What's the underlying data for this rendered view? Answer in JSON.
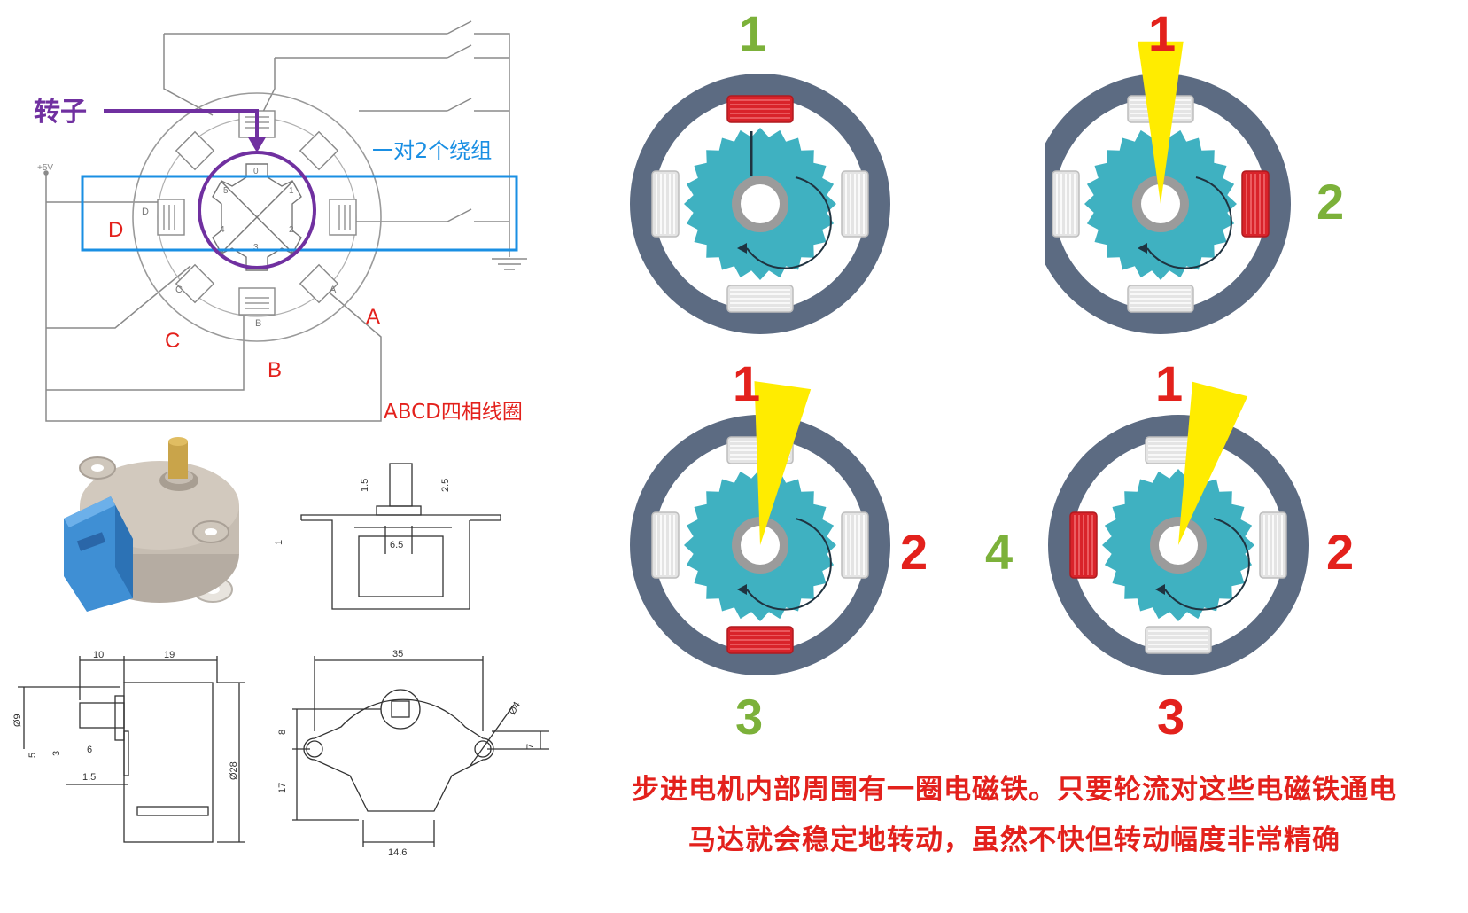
{
  "schematic": {
    "rotor_label": "转子",
    "winding_pair_label": "一对2个绕组",
    "phase_a": "A",
    "phase_b": "B",
    "phase_c": "C",
    "phase_d": "D",
    "phases_label": "ABCD四相线圈",
    "supply_label": "+5V",
    "pole_small_labels": [
      "A",
      "B",
      "C",
      "D"
    ],
    "rotor_tooth_labels": [
      "0",
      "1",
      "2",
      "3",
      "5",
      "4"
    ]
  },
  "drawings": {
    "front_view": [
      "1.5",
      "2.5",
      "1",
      "6.5"
    ],
    "side_view": [
      "10",
      "19",
      "Ø9",
      "5",
      "3",
      "6",
      "1.5",
      "Ø28"
    ],
    "top_view": [
      "35",
      "Ø4",
      "8",
      "7",
      "17",
      "14.6"
    ]
  },
  "steps": {
    "panel1": {
      "top": "1",
      "bottom": "",
      "right": "",
      "left": ""
    },
    "panel2": {
      "top": "1",
      "bottom": "",
      "right": "2",
      "left": ""
    },
    "panel3": {
      "top": "1",
      "bottom": "3",
      "right": "2",
      "left": ""
    },
    "panel4": {
      "top": "1",
      "bottom": "3",
      "right": "2",
      "left": "4"
    }
  },
  "caption": {
    "line1": "步进电机内部周围有一圈电磁铁。只要轮流对这些电磁铁通电",
    "line2": "马达就会稳定地转动，虽然不快但转动幅度非常精确"
  },
  "colors": {
    "red": "#e3211c",
    "green": "#7cb13a",
    "ring": "#5c6b82",
    "rotor": "#3fb1c1",
    "yellow": "#ffec00",
    "purple": "#7030a0",
    "blue": "#1a8fe3"
  }
}
